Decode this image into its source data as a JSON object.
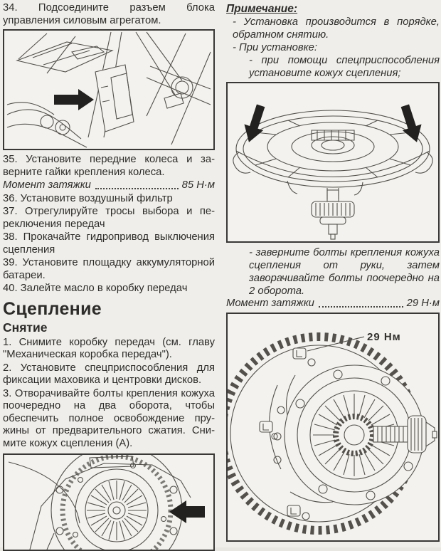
{
  "colors": {
    "paper": "#efeeea",
    "ink": "#2d2c2a",
    "frame_border": "#3a3836",
    "drawing_line": "#54514c"
  },
  "left": {
    "step34": "34. Подсоедините разъем блока управления силовым агрегатом.",
    "step35": "35. Установите передние колеса и за­верните гайки крепления колеса.",
    "torque85": {
      "label": "Момент затяжки",
      "value": "85 Н·м"
    },
    "step36": "36. Установите воздушный фильтр",
    "step37": "37. Отрегулируйте тросы выбора и пе­реключения передач",
    "step38": "38. Прокачайте гидропривод выключения сцепления",
    "step39": "39. Установите площадку аккумуля­торной батареи.",
    "step40": "40. Залейте масло в коробку передач",
    "section_heading": "Сцепление",
    "subsection_heading": "Снятие",
    "step1": "1. Снимите коробку передач (см. главу \"Механическая коробка передач\").",
    "step2": "2. Установите спецприспособления для фиксации маховика и центровки дисков.",
    "step3": "3. Отворачивайте болты крепления ко­жуха поочередно на два оборота, чтобы обеспечить полное освобождение пру­жины от предварительного сжатия. Сни­мите кожух сцепления (А)."
  },
  "right": {
    "note_heading": "Примечание:",
    "note1": "- Установка производится в поряд­ке, обратном снятию.",
    "note2": "- При установке:",
    "note3": "- при помощи спецприспособле­ния установите кожух сцепления;",
    "note4": "- заверните болты крепления кожуха сцепления от руки, затем заворачивайте болты поочеред­но на 2 оборота.",
    "torque29": {
      "label": "Момент затяжки",
      "value": "29 Н·м"
    },
    "figure_torque_label": "29 Нм"
  }
}
